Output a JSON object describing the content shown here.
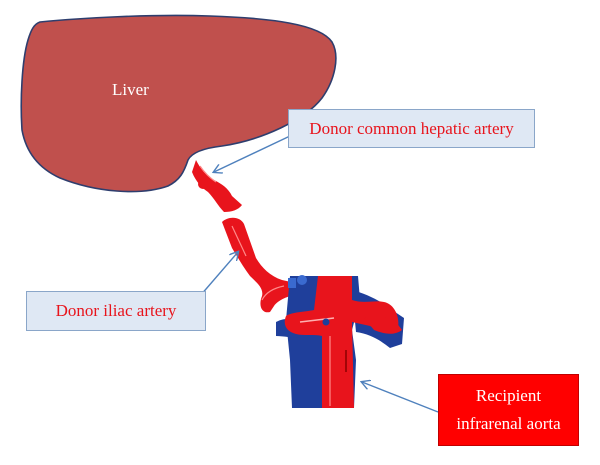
{
  "labels": {
    "liver": "Liver",
    "donor_common_hepatic_artery": "Donor common hepatic artery",
    "donor_iliac_artery": "Donor iliac artery",
    "recipient_infrarenal_aorta_line1": "Recipient",
    "recipient_infrarenal_aorta_line2": "infrarenal aorta"
  },
  "colors": {
    "liver_fill": "#c0504d",
    "liver_outline": "#2e3e6e",
    "artery": "#e8141c",
    "vein": "#1f3f9b",
    "callout_blue_bg": "#dfe8f4",
    "callout_red_bg": "#ff0000",
    "arrow": "#4f81bd"
  }
}
